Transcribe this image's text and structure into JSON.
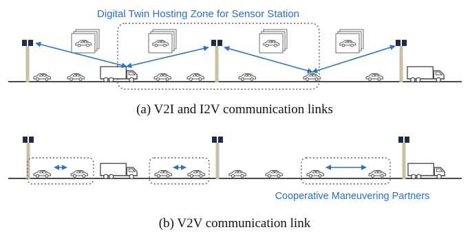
{
  "panel_a": {
    "title": "Digital Twin Hosting Zone for Sensor Station",
    "caption": "(a) V2I and I2V communication links"
  },
  "panel_b": {
    "annotation": "Cooperative Maneuvering Partners",
    "caption": "(b) V2V communication link"
  },
  "colors": {
    "road": "#4a4a4a",
    "pole": "#c8bfa8",
    "sensor_head": "#1f2a44",
    "link_arrow": "#2f6fc4",
    "vehicle_outline": "#4d4d4d",
    "zone_border": "#5a5a5a"
  },
  "icons": {
    "sensor_station": "sensor-station-icon",
    "car": "car-icon",
    "truck": "truck-icon",
    "digital_twin": "digital-twin-card-stack-icon"
  }
}
